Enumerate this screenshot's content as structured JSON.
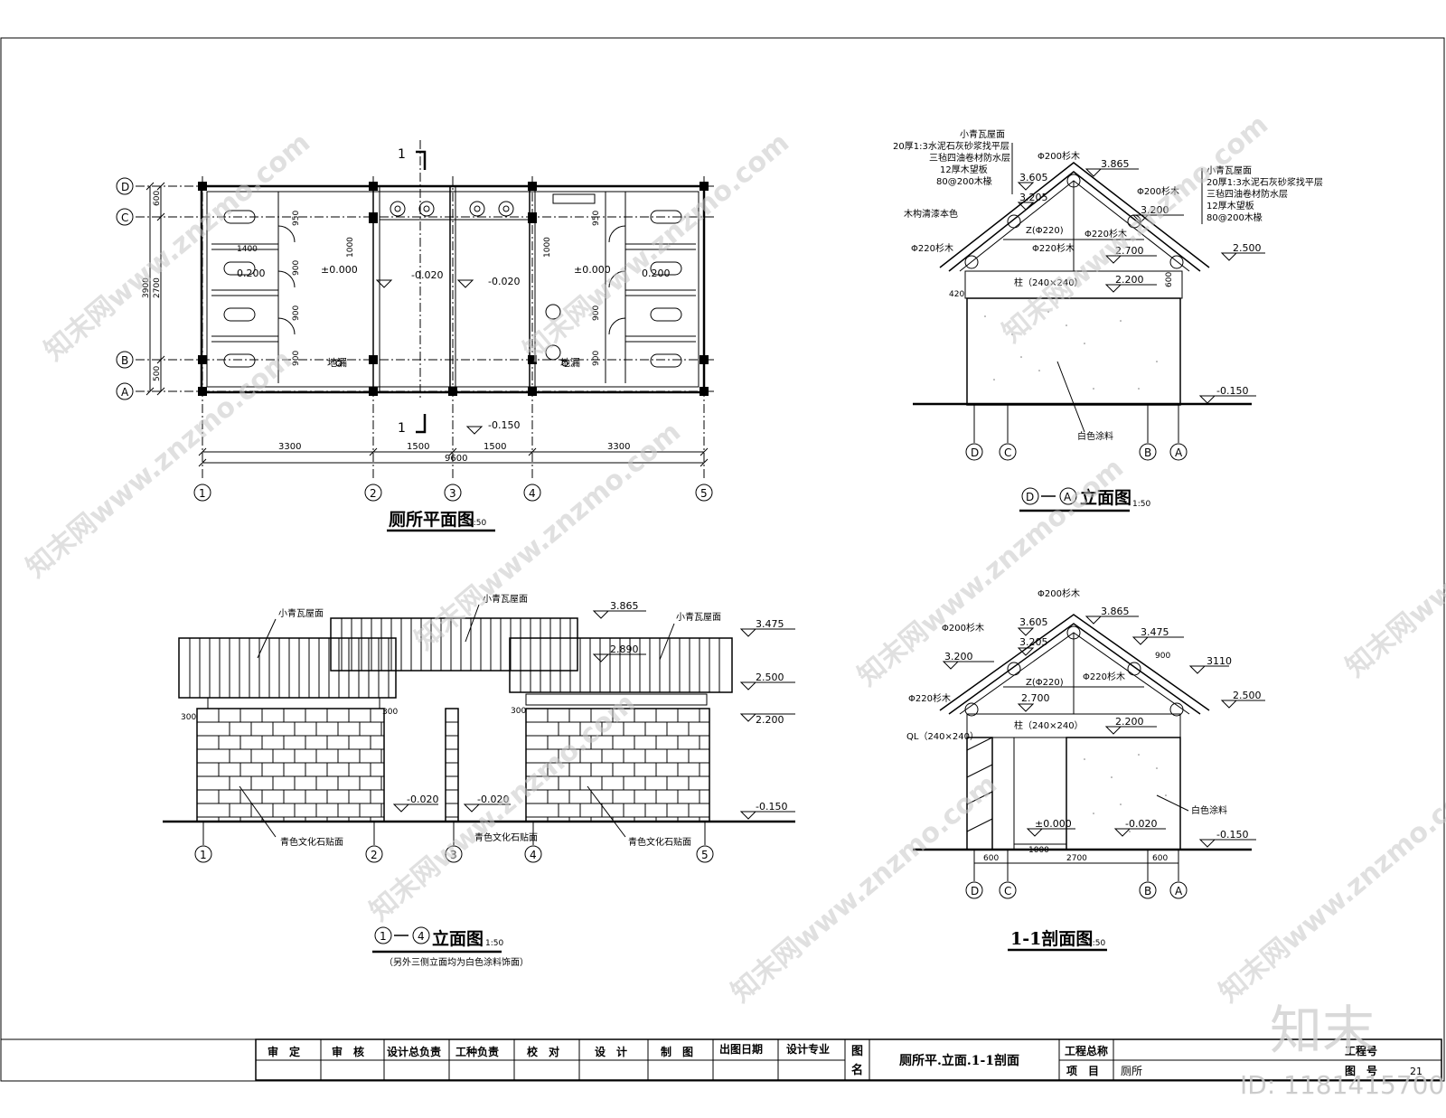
{
  "watermark": {
    "text": "知末网www.znzmo.com",
    "logo": "知末",
    "id_label": "ID: 1181415700"
  },
  "plan": {
    "title": "厕所平面图",
    "scale": "1:50",
    "axes_numbers": [
      "1",
      "2",
      "3",
      "4",
      "5"
    ],
    "axes_letters": [
      "D",
      "C",
      "B",
      "A"
    ],
    "section_mark": "1",
    "dims_bottom": [
      "3300",
      "1500",
      "1500",
      "3300"
    ],
    "dim_total": "9600",
    "dims_left": [
      "600",
      "2700",
      "500"
    ],
    "dim_left_total": "3900",
    "dims_inner": [
      "950",
      "1000",
      "900",
      "900",
      "900",
      "1400"
    ],
    "levels": [
      "±0.000",
      "-0.020",
      "-0.020",
      "±0.000",
      "0.200",
      "0.200",
      "-0.150"
    ],
    "floor_drain": "地漏"
  },
  "elev_da": {
    "title_a": "D",
    "title_b": "A",
    "title": "立面图",
    "scale": "1:50",
    "notes_left": [
      "小青瓦屋面",
      "20厚1:3水泥石灰砂浆找平层",
      "三毡四油卷材防水层",
      "12厚木望板",
      "80@200木椽"
    ],
    "notes_right": [
      "小青瓦屋面",
      "20厚1:3水泥石灰砂浆找平层",
      "三毡四油卷材防水层",
      "12厚木望板",
      "80@200木椽"
    ],
    "labels": [
      "Φ200杉木",
      "Φ200杉木",
      "木构清漆本色",
      "Z(Φ220)",
      "Φ220杉木",
      "Φ220杉木",
      "Φ220杉木",
      "柱（240×240）",
      "白色涂料"
    ],
    "levels": [
      "3.865",
      "3.605",
      "3.205",
      "3.200",
      "2.700",
      "2.500",
      "2.200",
      "-0.150"
    ],
    "dims": [
      "420",
      "600"
    ],
    "axes": [
      "D",
      "C",
      "B",
      "A"
    ]
  },
  "elev_14": {
    "title_a": "1",
    "title_b": "4",
    "title": "立面图",
    "scale": "1:50",
    "subtitle": "（另外三侧立面均为白色涂料饰面）",
    "roof_labels": [
      "小青瓦屋面",
      "小青瓦屋面",
      "小青瓦屋面"
    ],
    "stone_labels": [
      "青色文化石贴面",
      "青色文化石贴面",
      "青色文化石贴面"
    ],
    "levels": [
      "3.865",
      "3.475",
      "2.890",
      "2.500",
      "2.200",
      "-0.020",
      "-0.020",
      "-0.150"
    ],
    "dims": [
      "300",
      "300",
      "300"
    ],
    "axes": [
      "1",
      "2",
      "3",
      "4",
      "5"
    ]
  },
  "section": {
    "title": "1-1剖面图",
    "scale": "1:50",
    "labels": [
      "Φ200杉木",
      "Φ200杉木",
      "Z(Φ220)",
      "Φ220杉木",
      "Φ220杉木",
      "柱（240×240）",
      "QL（240×240）",
      "白色涂料"
    ],
    "levels": [
      "3.865",
      "3.605",
      "3.475",
      "3.205",
      "3.200",
      "3110",
      "2.700",
      "2.500",
      "2.200",
      "±0.000",
      "-0.020",
      "-0.150"
    ],
    "dims": [
      "900",
      "1000",
      "600",
      "2700",
      "600"
    ],
    "axes": [
      "D",
      "C",
      "B",
      "A"
    ]
  },
  "title_block": {
    "cells": [
      "审　定",
      "审　核",
      "设计总负责",
      "工种负责",
      "校　对",
      "设　计",
      "制　图",
      "出图日期",
      "设计专业"
    ],
    "drawing_name_label": [
      "图",
      "名"
    ],
    "drawing_name": "厕所平.立面.1-1剖面",
    "project_total_label": "工程总称",
    "project_label": "项　目",
    "project_value": "厕所",
    "project_no_label": "工程号",
    "sheet_no_label": "图　号",
    "sheet_no": "21"
  }
}
